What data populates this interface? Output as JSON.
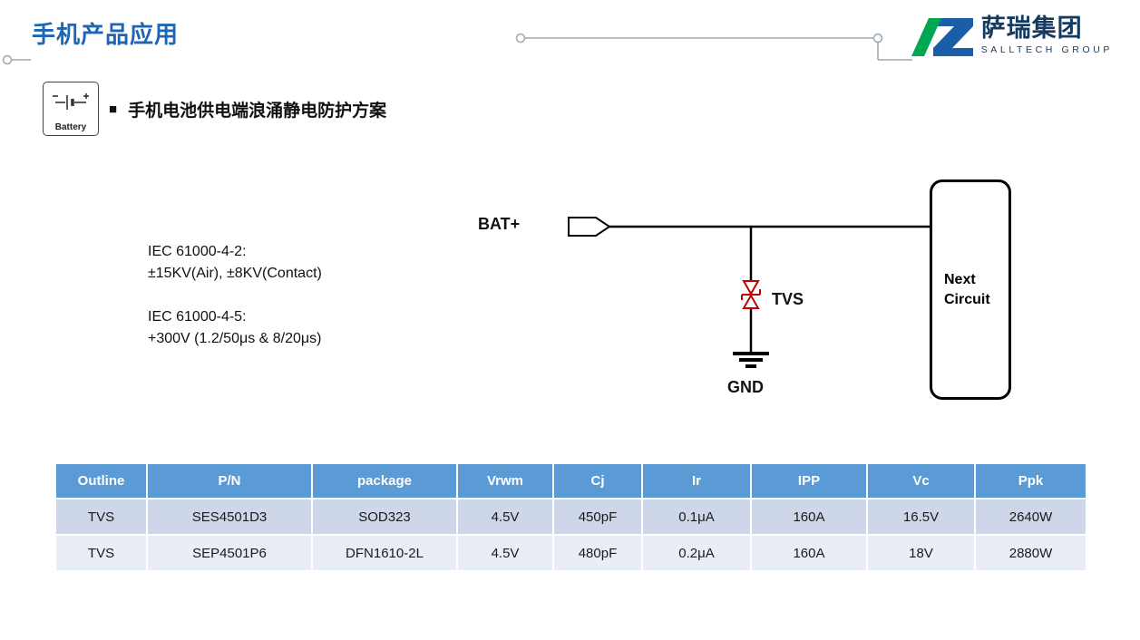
{
  "header": {
    "title": "手机产品应用",
    "logo": {
      "name": "萨瑞集团",
      "subtitle": "SALLTECH GROUP"
    }
  },
  "section": {
    "battery_label": "Battery",
    "bullet": "■",
    "heading": "手机电池供电端浪涌静电防护方案"
  },
  "specs": {
    "lines": [
      "IEC 61000-4-2:",
      "±15KV(Air), ±8KV(Contact)",
      "IEC 61000-4-5:",
      "+300V  (1.2/50μs & 8/20μs)"
    ]
  },
  "circuit": {
    "bat_label": "BAT+",
    "tvs_label": "TVS",
    "gnd_label": "GND",
    "next_line1": "Next",
    "next_line2": "Circuit"
  },
  "table": {
    "headers": [
      "Outline",
      "P/N",
      "package",
      "Vrwm",
      "Cj",
      "Ir",
      "IPP",
      "Vc",
      "Ppk"
    ],
    "rows": [
      [
        "TVS",
        "SES4501D3",
        "SOD323",
        "4.5V",
        "450pF",
        "0.1μA",
        "160A",
        "16.5V",
        "2640W"
      ],
      [
        "TVS",
        "SEP4501P6",
        "DFN1610-2L",
        "4.5V",
        "480pF",
        "0.2μA",
        "160A",
        "18V",
        "2880W"
      ]
    ]
  },
  "colors": {
    "title_blue": "#1E66B4",
    "table_header_blue": "#5B9BD5",
    "table_row_dark": "#CDD7E9",
    "table_row_light": "#E9EDF5",
    "tvs_red": "#C00000",
    "logo_navy": "#16395E",
    "logo_green": "#00A651",
    "logo_blue": "#1B5EA8"
  }
}
